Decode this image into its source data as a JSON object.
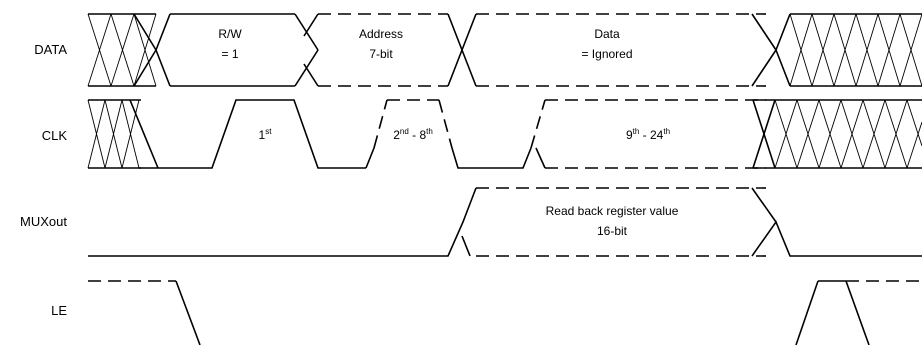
{
  "signals": {
    "data": "DATA",
    "clk": "CLK",
    "muxout": "MUXout",
    "le": "LE"
  },
  "data_line": {
    "rw_line1": "R/W",
    "rw_line2": "= 1",
    "address_line1": "Address",
    "address_line2": "7-bit",
    "data_line1": "Data",
    "data_line2": "= Ignored"
  },
  "clk_line": {
    "pulse1_num": "1",
    "pulse1_sup": "st",
    "pulse2_a": "2",
    "pulse2_a_sup": "nd",
    "pulse2_sep": " - 8",
    "pulse2_b_sup": "th",
    "pulse3_a": "9",
    "pulse3_a_sup": "th",
    "pulse3_sep": " - 24",
    "pulse3_b_sup": "th"
  },
  "muxout_line": {
    "line1": "Read back register value",
    "line2": "16-bit"
  }
}
